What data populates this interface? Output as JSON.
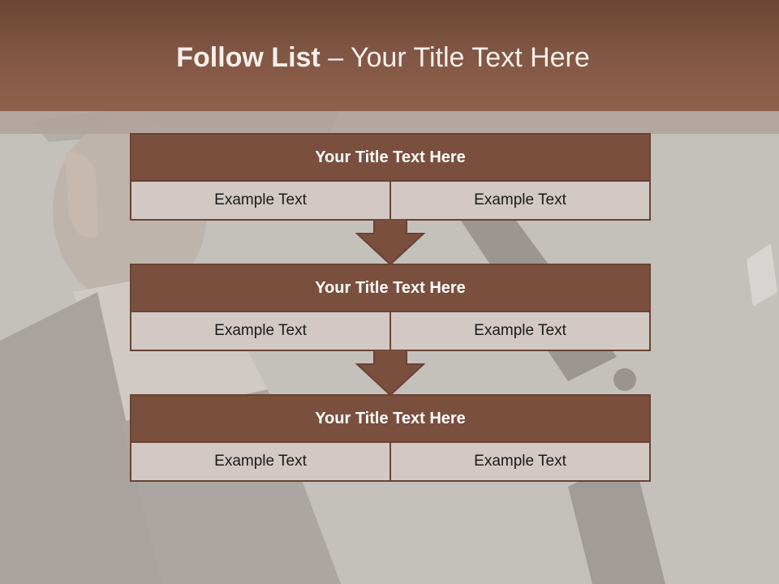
{
  "slide": {
    "title_bold": "Follow List",
    "title_rest": " – Your Title Text Here"
  },
  "blocks": [
    {
      "title": "Your Title Text Here",
      "cells": [
        "Example Text",
        "Example Text"
      ]
    },
    {
      "title": "Your Title Text Here",
      "cells": [
        "Example Text",
        "Example Text"
      ]
    },
    {
      "title": "Your Title Text Here",
      "cells": [
        "Example Text",
        "Example Text"
      ]
    }
  ],
  "colors": {
    "header_brown": "#845846",
    "block_header": "#7a4f3d",
    "block_cell": "#d2c9c5",
    "arrow": "#7a4f3d"
  },
  "icons": [
    "down-arrow-icon",
    "down-arrow-icon"
  ]
}
